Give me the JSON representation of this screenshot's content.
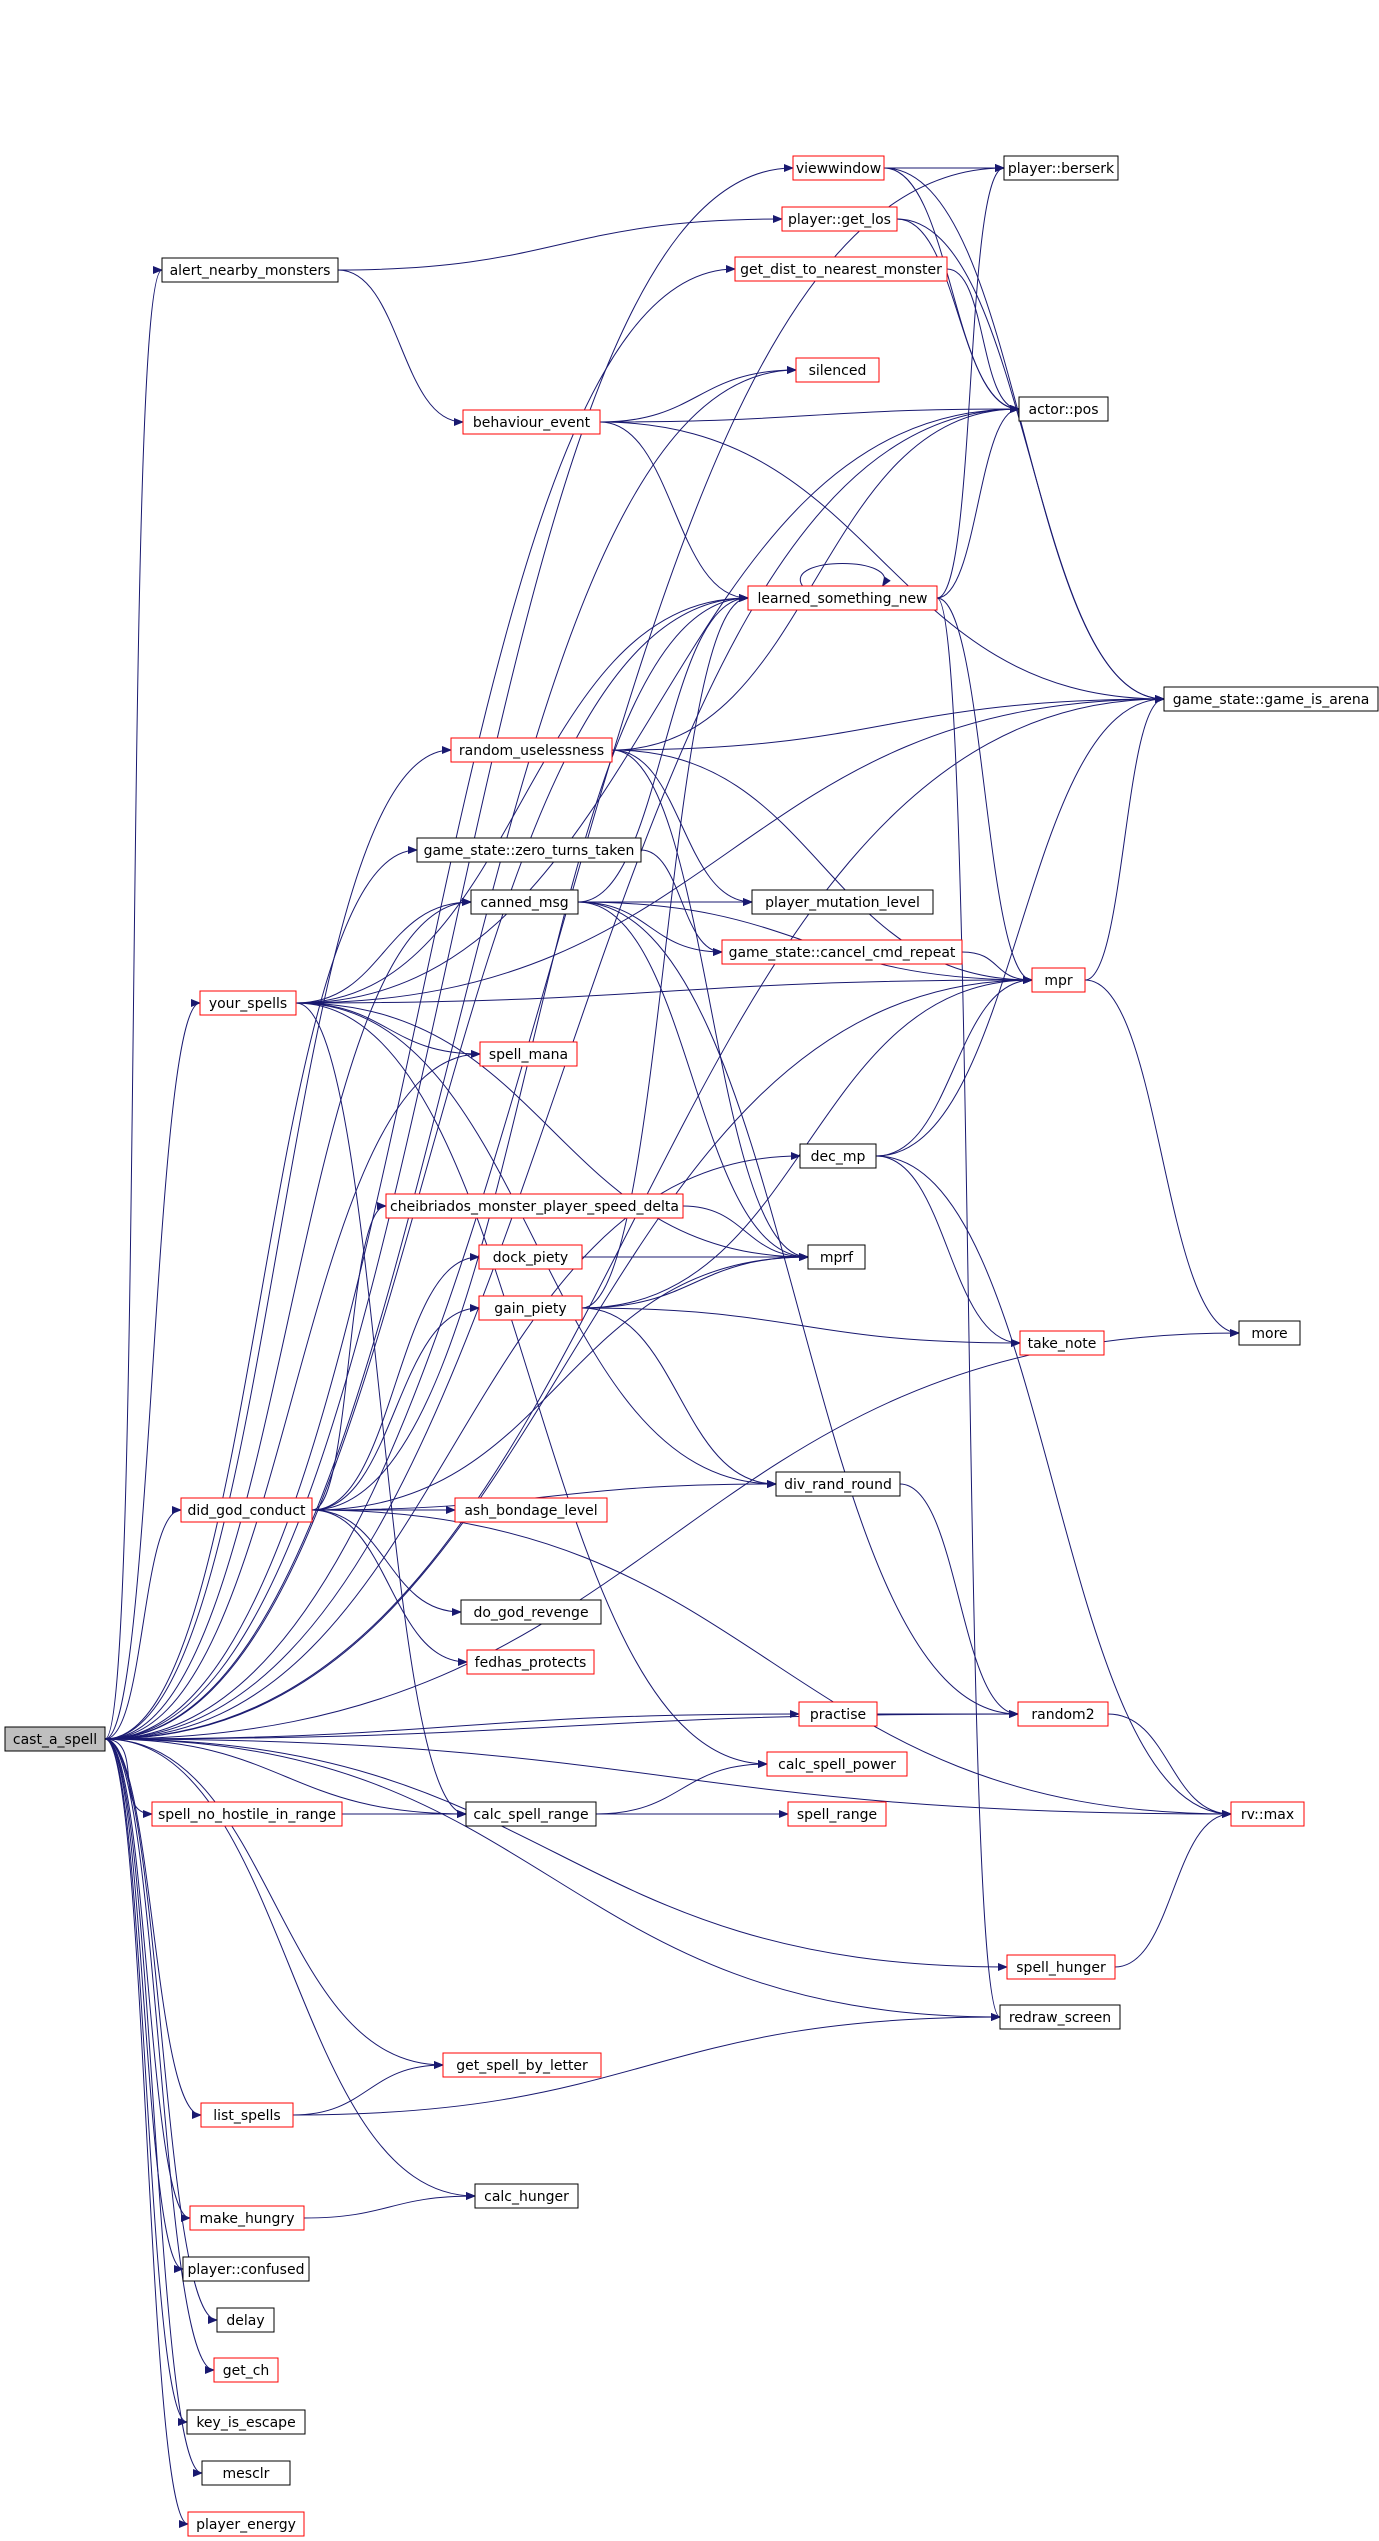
{
  "colors": {
    "edge": "#191970",
    "border_black": "#000000",
    "border_red": "#ff0000",
    "root_fill": "#bfbfbf",
    "fill": "#ffffff"
  },
  "nodes": [
    {
      "id": "cast_a_spell",
      "label": "cast_a_spell",
      "style": "root"
    },
    {
      "id": "player_berserk",
      "label": "player::berserk",
      "style": "black"
    },
    {
      "id": "viewwindow",
      "label": "viewwindow",
      "style": "red"
    },
    {
      "id": "alert_nearby_monsters",
      "label": "alert_nearby_monsters",
      "style": "black"
    },
    {
      "id": "player_get_los",
      "label": "player::get_los",
      "style": "red"
    },
    {
      "id": "get_dist_to_nearest_monster",
      "label": "get_dist_to_nearest_monster",
      "style": "red"
    },
    {
      "id": "actor_pos",
      "label": "actor::pos",
      "style": "black"
    },
    {
      "id": "silenced",
      "label": "silenced",
      "style": "red"
    },
    {
      "id": "behaviour_event",
      "label": "behaviour_event",
      "style": "red"
    },
    {
      "id": "learned_something_new",
      "label": "learned_something_new",
      "style": "red"
    },
    {
      "id": "game_is_arena",
      "label": "game_state::game_is_arena",
      "style": "black"
    },
    {
      "id": "random_uselessness",
      "label": "random_uselessness",
      "style": "red"
    },
    {
      "id": "zero_turns_taken",
      "label": "game_state::zero_turns_taken",
      "style": "black"
    },
    {
      "id": "canned_msg",
      "label": "canned_msg",
      "style": "black"
    },
    {
      "id": "player_mutation_level",
      "label": "player_mutation_level",
      "style": "black"
    },
    {
      "id": "cancel_cmd_repeat",
      "label": "game_state::cancel_cmd_repeat",
      "style": "red"
    },
    {
      "id": "your_spells",
      "label": "your_spells",
      "style": "red"
    },
    {
      "id": "mpr",
      "label": "mpr",
      "style": "red"
    },
    {
      "id": "spell_mana",
      "label": "spell_mana",
      "style": "red"
    },
    {
      "id": "dec_mp",
      "label": "dec_mp",
      "style": "black"
    },
    {
      "id": "cheibriados",
      "label": "cheibriados_monster_player_speed_delta",
      "style": "red"
    },
    {
      "id": "dock_piety",
      "label": "dock_piety",
      "style": "red"
    },
    {
      "id": "mprf",
      "label": "mprf",
      "style": "black"
    },
    {
      "id": "gain_piety",
      "label": "gain_piety",
      "style": "red"
    },
    {
      "id": "take_note",
      "label": "take_note",
      "style": "red"
    },
    {
      "id": "more",
      "label": "more",
      "style": "black"
    },
    {
      "id": "div_rand_round",
      "label": "div_rand_round",
      "style": "black"
    },
    {
      "id": "did_god_conduct",
      "label": "did_god_conduct",
      "style": "red"
    },
    {
      "id": "ash_bondage_level",
      "label": "ash_bondage_level",
      "style": "red"
    },
    {
      "id": "do_god_revenge",
      "label": "do_god_revenge",
      "style": "black"
    },
    {
      "id": "fedhas_protects",
      "label": "fedhas_protects",
      "style": "red"
    },
    {
      "id": "practise",
      "label": "practise",
      "style": "red"
    },
    {
      "id": "random2",
      "label": "random2",
      "style": "red"
    },
    {
      "id": "calc_spell_power",
      "label": "calc_spell_power",
      "style": "red"
    },
    {
      "id": "spell_no_hostile_in_range",
      "label": "spell_no_hostile_in_range",
      "style": "red"
    },
    {
      "id": "calc_spell_range",
      "label": "calc_spell_range",
      "style": "black"
    },
    {
      "id": "spell_range",
      "label": "spell_range",
      "style": "red"
    },
    {
      "id": "rv_max",
      "label": "rv::max",
      "style": "red"
    },
    {
      "id": "spell_hunger",
      "label": "spell_hunger",
      "style": "red"
    },
    {
      "id": "redraw_screen",
      "label": "redraw_screen",
      "style": "black"
    },
    {
      "id": "get_spell_by_letter",
      "label": "get_spell_by_letter",
      "style": "red"
    },
    {
      "id": "list_spells",
      "label": "list_spells",
      "style": "red"
    },
    {
      "id": "calc_hunger",
      "label": "calc_hunger",
      "style": "black"
    },
    {
      "id": "make_hungry",
      "label": "make_hungry",
      "style": "red"
    },
    {
      "id": "player_confused",
      "label": "player::confused",
      "style": "black"
    },
    {
      "id": "delay",
      "label": "delay",
      "style": "black"
    },
    {
      "id": "get_ch",
      "label": "get_ch",
      "style": "red"
    },
    {
      "id": "key_is_escape",
      "label": "key_is_escape",
      "style": "black"
    },
    {
      "id": "mesclr",
      "label": "mesclr",
      "style": "black"
    },
    {
      "id": "player_energy",
      "label": "player_energy",
      "style": "red"
    }
  ],
  "edges": [
    [
      "cast_a_spell",
      "player_berserk"
    ],
    [
      "cast_a_spell",
      "viewwindow"
    ],
    [
      "cast_a_spell",
      "alert_nearby_monsters"
    ],
    [
      "cast_a_spell",
      "get_dist_to_nearest_monster"
    ],
    [
      "cast_a_spell",
      "actor_pos"
    ],
    [
      "cast_a_spell",
      "silenced"
    ],
    [
      "cast_a_spell",
      "learned_something_new"
    ],
    [
      "cast_a_spell",
      "game_is_arena"
    ],
    [
      "cast_a_spell",
      "random_uselessness"
    ],
    [
      "cast_a_spell",
      "zero_turns_taken"
    ],
    [
      "cast_a_spell",
      "canned_msg"
    ],
    [
      "cast_a_spell",
      "mpr"
    ],
    [
      "cast_a_spell",
      "your_spells"
    ],
    [
      "cast_a_spell",
      "spell_mana"
    ],
    [
      "cast_a_spell",
      "dec_mp"
    ],
    [
      "cast_a_spell",
      "did_god_conduct"
    ],
    [
      "cast_a_spell",
      "more"
    ],
    [
      "cast_a_spell",
      "practise"
    ],
    [
      "cast_a_spell",
      "random2"
    ],
    [
      "cast_a_spell",
      "calc_spell_range"
    ],
    [
      "cast_a_spell",
      "spell_no_hostile_in_range"
    ],
    [
      "cast_a_spell",
      "rv_max"
    ],
    [
      "cast_a_spell",
      "spell_hunger"
    ],
    [
      "cast_a_spell",
      "redraw_screen"
    ],
    [
      "cast_a_spell",
      "get_spell_by_letter"
    ],
    [
      "cast_a_spell",
      "list_spells"
    ],
    [
      "cast_a_spell",
      "calc_hunger"
    ],
    [
      "cast_a_spell",
      "make_hungry"
    ],
    [
      "cast_a_spell",
      "player_confused"
    ],
    [
      "cast_a_spell",
      "delay"
    ],
    [
      "cast_a_spell",
      "get_ch"
    ],
    [
      "cast_a_spell",
      "key_is_escape"
    ],
    [
      "cast_a_spell",
      "mesclr"
    ],
    [
      "cast_a_spell",
      "player_energy"
    ],
    [
      "viewwindow",
      "player_berserk"
    ],
    [
      "viewwindow",
      "actor_pos"
    ],
    [
      "viewwindow",
      "game_is_arena"
    ],
    [
      "alert_nearby_monsters",
      "player_get_los"
    ],
    [
      "alert_nearby_monsters",
      "behaviour_event"
    ],
    [
      "player_get_los",
      "actor_pos"
    ],
    [
      "player_get_los",
      "game_is_arena"
    ],
    [
      "get_dist_to_nearest_monster",
      "actor_pos"
    ],
    [
      "behaviour_event",
      "silenced"
    ],
    [
      "behaviour_event",
      "actor_pos"
    ],
    [
      "behaviour_event",
      "learned_something_new"
    ],
    [
      "behaviour_event",
      "game_is_arena"
    ],
    [
      "learned_something_new",
      "learned_something_new"
    ],
    [
      "learned_something_new",
      "player_berserk"
    ],
    [
      "learned_something_new",
      "actor_pos"
    ],
    [
      "learned_something_new",
      "mpr"
    ],
    [
      "learned_something_new",
      "redraw_screen"
    ],
    [
      "random_uselessness",
      "actor_pos"
    ],
    [
      "random_uselessness",
      "game_is_arena"
    ],
    [
      "random_uselessness",
      "mpr"
    ],
    [
      "random_uselessness",
      "player_mutation_level"
    ],
    [
      "random_uselessness",
      "mprf"
    ],
    [
      "zero_turns_taken",
      "cancel_cmd_repeat"
    ],
    [
      "canned_msg",
      "learned_something_new"
    ],
    [
      "canned_msg",
      "player_mutation_level"
    ],
    [
      "canned_msg",
      "cancel_cmd_repeat"
    ],
    [
      "canned_msg",
      "mpr"
    ],
    [
      "canned_msg",
      "mprf"
    ],
    [
      "canned_msg",
      "random2"
    ],
    [
      "cancel_cmd_repeat",
      "mpr"
    ],
    [
      "your_spells",
      "learned_something_new"
    ],
    [
      "your_spells",
      "actor_pos"
    ],
    [
      "your_spells",
      "game_is_arena"
    ],
    [
      "your_spells",
      "canned_msg"
    ],
    [
      "your_spells",
      "mpr"
    ],
    [
      "your_spells",
      "spell_mana"
    ],
    [
      "your_spells",
      "mprf"
    ],
    [
      "your_spells",
      "calc_spell_power"
    ],
    [
      "your_spells",
      "calc_spell_range"
    ],
    [
      "your_spells",
      "div_rand_round"
    ],
    [
      "mpr",
      "game_is_arena"
    ],
    [
      "mpr",
      "more"
    ],
    [
      "dec_mp",
      "mpr"
    ],
    [
      "dec_mp",
      "game_is_arena"
    ],
    [
      "dec_mp",
      "take_note"
    ],
    [
      "dec_mp",
      "rv_max"
    ],
    [
      "cheibriados",
      "mprf"
    ],
    [
      "dock_piety",
      "mprf"
    ],
    [
      "gain_piety",
      "learned_something_new"
    ],
    [
      "gain_piety",
      "mprf"
    ],
    [
      "gain_piety",
      "mpr"
    ],
    [
      "gain_piety",
      "take_note"
    ],
    [
      "gain_piety",
      "div_rand_round"
    ],
    [
      "div_rand_round",
      "random2"
    ],
    [
      "did_god_conduct",
      "learned_something_new"
    ],
    [
      "did_god_conduct",
      "cheibriados"
    ],
    [
      "did_god_conduct",
      "dock_piety"
    ],
    [
      "did_god_conduct",
      "gain_piety"
    ],
    [
      "did_god_conduct",
      "mprf"
    ],
    [
      "did_god_conduct",
      "div_rand_round"
    ],
    [
      "did_god_conduct",
      "ash_bondage_level"
    ],
    [
      "did_god_conduct",
      "do_god_revenge"
    ],
    [
      "did_god_conduct",
      "fedhas_protects"
    ],
    [
      "did_god_conduct",
      "rv_max"
    ],
    [
      "practise",
      "random2"
    ],
    [
      "random2",
      "rv_max"
    ],
    [
      "spell_no_hostile_in_range",
      "calc_spell_range"
    ],
    [
      "calc_spell_range",
      "calc_spell_power"
    ],
    [
      "calc_spell_range",
      "spell_range"
    ],
    [
      "spell_hunger",
      "rv_max"
    ],
    [
      "list_spells",
      "get_spell_by_letter"
    ],
    [
      "list_spells",
      "redraw_screen"
    ],
    [
      "make_hungry",
      "calc_hunger"
    ]
  ]
}
